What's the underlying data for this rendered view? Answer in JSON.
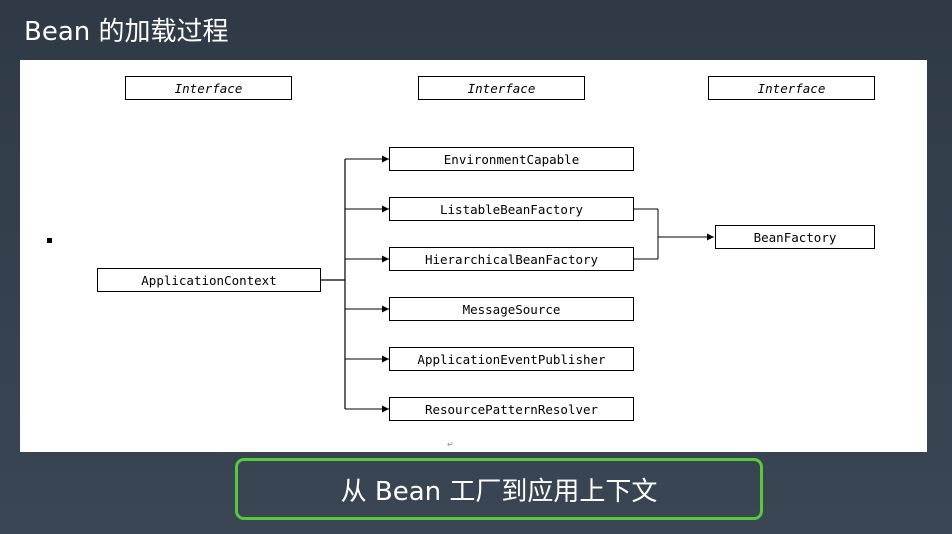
{
  "slide": {
    "title": "Bean 的加载过程",
    "caption": "从 Bean 工厂到应用上下文"
  },
  "diagram": {
    "interface_labels": [
      "Interface",
      "Interface",
      "Interface"
    ],
    "root": "ApplicationContext",
    "children": [
      "EnvironmentCapable",
      "ListableBeanFactory",
      "HierarchicalBeanFactory",
      "MessageSource",
      "ApplicationEventPublisher",
      "ResourcePatternResolver"
    ],
    "target": "BeanFactory",
    "return_mark": "↵"
  }
}
